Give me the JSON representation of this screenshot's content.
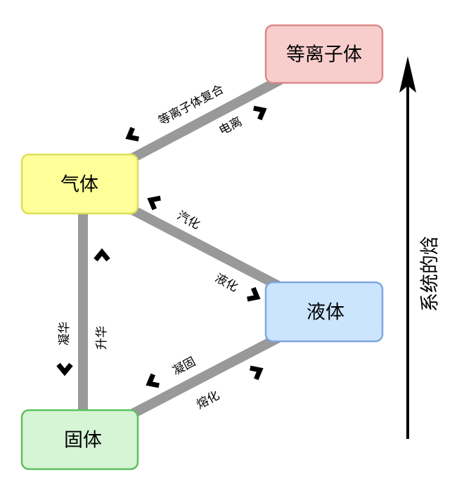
{
  "states": {
    "plasma": "等离子体",
    "gas": "气体",
    "liquid": "液体",
    "solid": "固体"
  },
  "transitions": {
    "recombination": "等离子体复合",
    "ionization": "电离",
    "vaporization": "汽化",
    "condensation": "液化",
    "deposition": "凝华",
    "sublimation": "升华",
    "freezing": "凝固",
    "melting": "熔化"
  },
  "axis_label": "系统的焓",
  "colors": {
    "plasma": "#f8cecc",
    "gas": "#ffff99",
    "liquid": "#cce5ff",
    "solid": "#d5f5d5",
    "edge": "#999999"
  }
}
